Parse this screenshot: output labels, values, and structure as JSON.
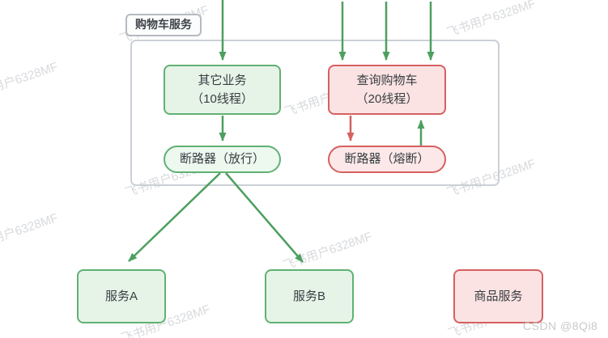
{
  "diagram": {
    "boundary_label": "购物车服务",
    "nodes": {
      "other_business": {
        "line1": "其它业务",
        "line2": "（10线程）"
      },
      "query_cart": {
        "line1": "查询购物车",
        "line2": "（20线程）"
      },
      "breaker_pass": {
        "label": "断路器（放行）"
      },
      "breaker_fuse": {
        "label": "断路器（熔断）"
      },
      "service_a": {
        "label": "服务A"
      },
      "service_b": {
        "label": "服务B"
      },
      "product_service": {
        "label": "商品服务"
      }
    },
    "colors": {
      "green_border": "#60b173",
      "green_fill": "#e6f4e8",
      "green_arrow": "#4d9f5f",
      "red_border": "#d66060",
      "red_fill": "#fbe3e3",
      "red_arrow": "#d66060",
      "boundary_border": "#cbd0d6"
    }
  },
  "watermark": {
    "text": "飞书用户6328MF"
  },
  "credit": {
    "text": "CSDN @8Qi8"
  }
}
